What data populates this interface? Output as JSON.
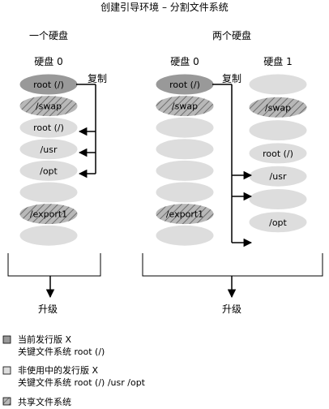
{
  "title": "创建引导环境 – 分割文件系统",
  "left_panel": {
    "heading": "一个硬盘",
    "disk_label": "硬盘 0",
    "copy_label": "复制",
    "slices": [
      "root (/)",
      "/swap",
      "root (/)",
      "/usr",
      "/opt",
      "",
      "/export1",
      ""
    ],
    "upgrade_label": "升级"
  },
  "right_panel": {
    "heading": "两个硬盘",
    "disk0_label": "硬盘 0",
    "disk1_label": "硬盘 1",
    "copy_label": "复制",
    "disk0_slices": [
      "root (/)",
      "/swap",
      "",
      "",
      "",
      "",
      "/export1",
      ""
    ],
    "disk1_slices": [
      "",
      "/swap",
      "",
      "root (/)",
      "/usr",
      "",
      "/opt"
    ],
    "upgrade_label": "升级"
  },
  "legend": [
    {
      "line1": "当前发行版 X",
      "line2": "关键文件系统  root (/)",
      "swatch": "dark-gray"
    },
    {
      "line1": "非使用中的发行版 X",
      "line2": "关键文件系统  root (/) /usr /opt",
      "swatch": "light-gray"
    },
    {
      "line1": "共享文件系统",
      "line2": "",
      "swatch": "hatched"
    }
  ],
  "colors": {
    "current": "#999999",
    "inactive": "#dddddd",
    "shared": "#b8b8b8"
  }
}
